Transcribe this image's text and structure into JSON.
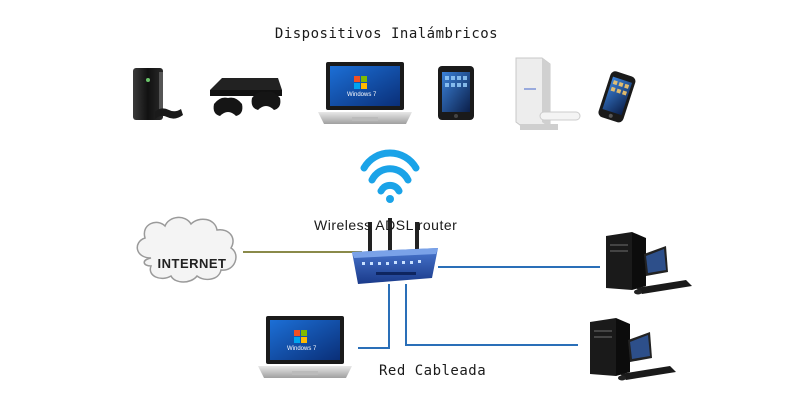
{
  "diagram": {
    "title": "Dispositivos Inalámbricos",
    "router_label": "Wireless ADSL router",
    "wired_label": "Red Cableada",
    "internet_label": "INTERNET",
    "laptop_screen_text": "Windows 7"
  },
  "devices": {
    "wireless": [
      "xbox-console",
      "playstation-console",
      "laptop",
      "tablet",
      "wii-console",
      "smartphone"
    ],
    "wired": [
      "desktop-pc",
      "desktop-pc",
      "laptop"
    ]
  },
  "colors": {
    "internet_link": "#8a8a4a",
    "wired_link": "#2a6fb8",
    "wifi": "#1aa3e8",
    "router": "#2850a8"
  }
}
